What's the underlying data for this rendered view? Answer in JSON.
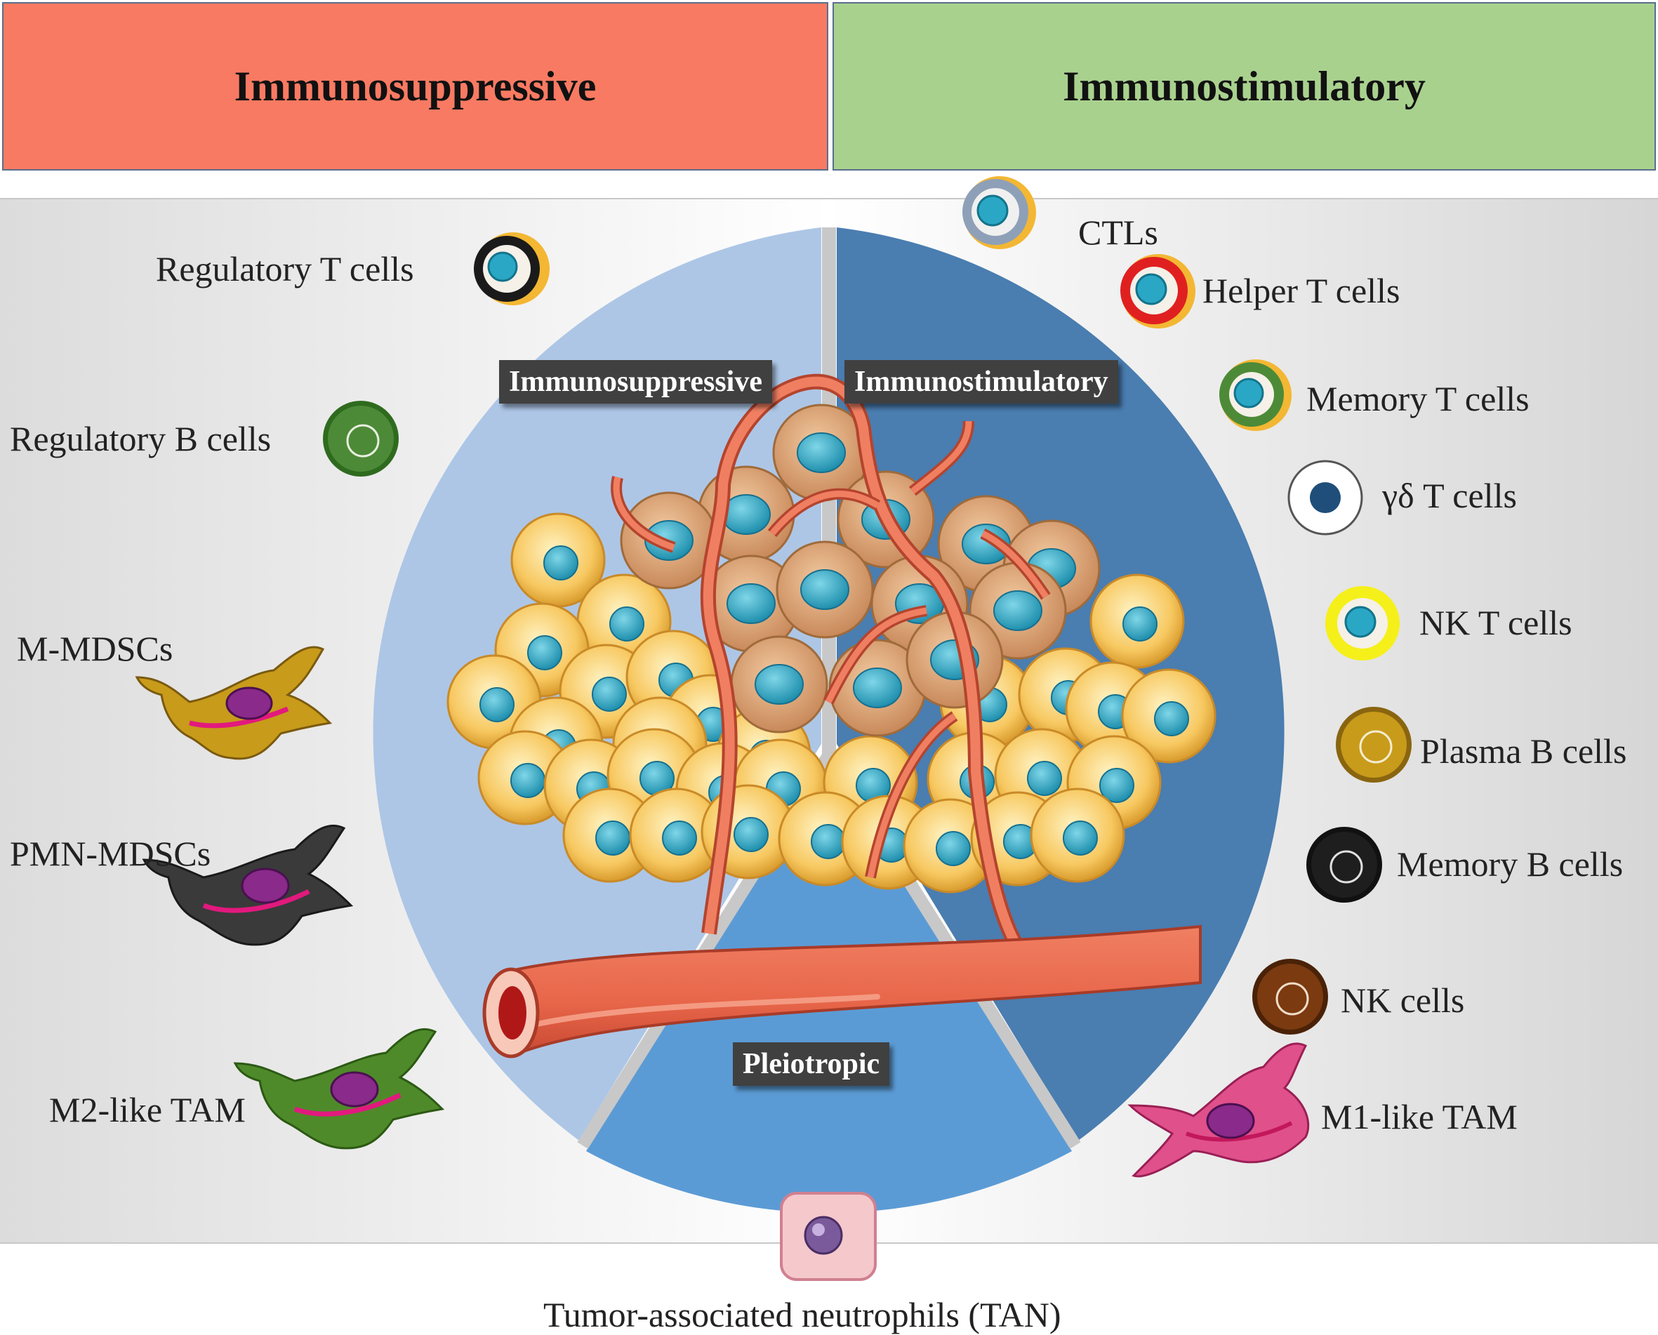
{
  "headers": {
    "left": "Immunosuppressive",
    "right": "Immunostimulatory"
  },
  "sectors": {
    "suppressive": "Immunosuppressive",
    "stimulatory": "Immunostimulatory",
    "pleiotropic": "Pleiotropic"
  },
  "left_cells": [
    {
      "label": "Regulatory T  cells",
      "icon": "regulatory-t-cell-icon"
    },
    {
      "label": "Regulatory B  cells",
      "icon": "regulatory-b-cell-icon"
    },
    {
      "label": "M-MDSCs",
      "icon": "m-mdsc-icon"
    },
    {
      "label": "PMN-MDSCs",
      "icon": "pmn-mdsc-icon"
    },
    {
      "label": "M2-like TAM",
      "icon": "m2-tam-icon"
    }
  ],
  "right_cells": [
    {
      "label": "CTLs",
      "icon": "ctl-icon"
    },
    {
      "label": "Helper T cells",
      "icon": "helper-t-cell-icon"
    },
    {
      "label": "Memory T cells",
      "icon": "memory-t-cell-icon"
    },
    {
      "label": "γδ T cells",
      "icon": "gamma-delta-t-cell-icon"
    },
    {
      "label": "NK T cells",
      "icon": "nk-t-cell-icon"
    },
    {
      "label": "Plasma B cells",
      "icon": "plasma-b-cell-icon"
    },
    {
      "label": "Memory B cells",
      "icon": "memory-b-cell-icon"
    },
    {
      "label": "NK cells",
      "icon": "nk-cell-icon"
    },
    {
      "label": "M1-like TAM",
      "icon": "m1-tam-icon"
    }
  ],
  "bottom_cell": {
    "label": "Tumor-associated neutrophils (TAN)",
    "icon": "tan-icon"
  },
  "colors": {
    "suppressive_header": "#f97a62",
    "stimulatory_header": "#a9d18e",
    "suppressive_sector": "#adc6e6",
    "stimulatory_sector": "#4a7db0",
    "pleiotropic_sector": "#5b9bd5"
  }
}
